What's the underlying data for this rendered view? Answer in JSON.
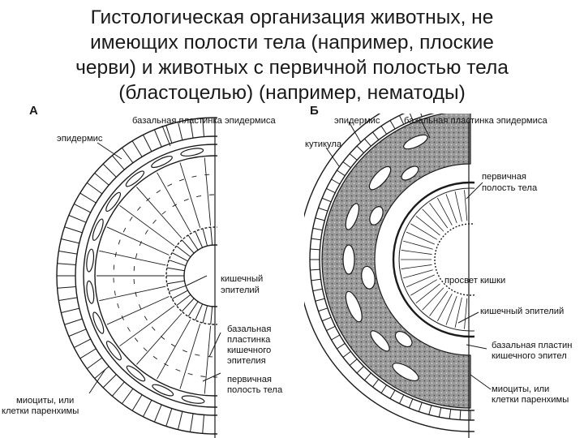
{
  "title": {
    "lines": [
      "Гистологическая организация животных, не",
      "имеющих полости тела (например, плоские",
      "черви) и животных с первичной полостью тела",
      "(бластоцелью) (например, нематоды)"
    ]
  },
  "panel_a": {
    "letter": "А",
    "labels": {
      "basal_lamina_epidermis": "базальная пластинка эпидермиса",
      "epidermis": "эпидермис",
      "gut_epithelium_1": "кишечный",
      "gut_epithelium_2": "эпителий",
      "basal_lamina_gut_1": "базальная",
      "basal_lamina_gut_2": "пластинка",
      "basal_lamina_gut_3": "кишечного",
      "basal_lamina_gut_4": "эпителия",
      "primary_cavity_1": "первичная",
      "primary_cavity_2": "полость тела",
      "myocytes_1": "миоциты, или",
      "myocytes_2": "клетки паренхимы"
    }
  },
  "panel_b": {
    "letter": "Б",
    "labels": {
      "epidermis": "эпидермис",
      "basal_lamina_epidermis": "базальная пластинка эпидермиса",
      "cuticle": "кутикула",
      "primary_cavity_1": "первичная",
      "primary_cavity_2": "полость тела",
      "gut_lumen": "просвет кишки",
      "gut_epithelium": "кишечный эпителий",
      "basal_lamina_gut_1": "базальная пластин",
      "basal_lamina_gut_2": "кишечного эпител",
      "myocytes_1": "миоциты, или",
      "myocytes_2": "клетки паренхимы"
    }
  },
  "colors": {
    "ink": "#1a1a1a",
    "cavity_fill": "#8a8a8a",
    "background": "#ffffff"
  }
}
